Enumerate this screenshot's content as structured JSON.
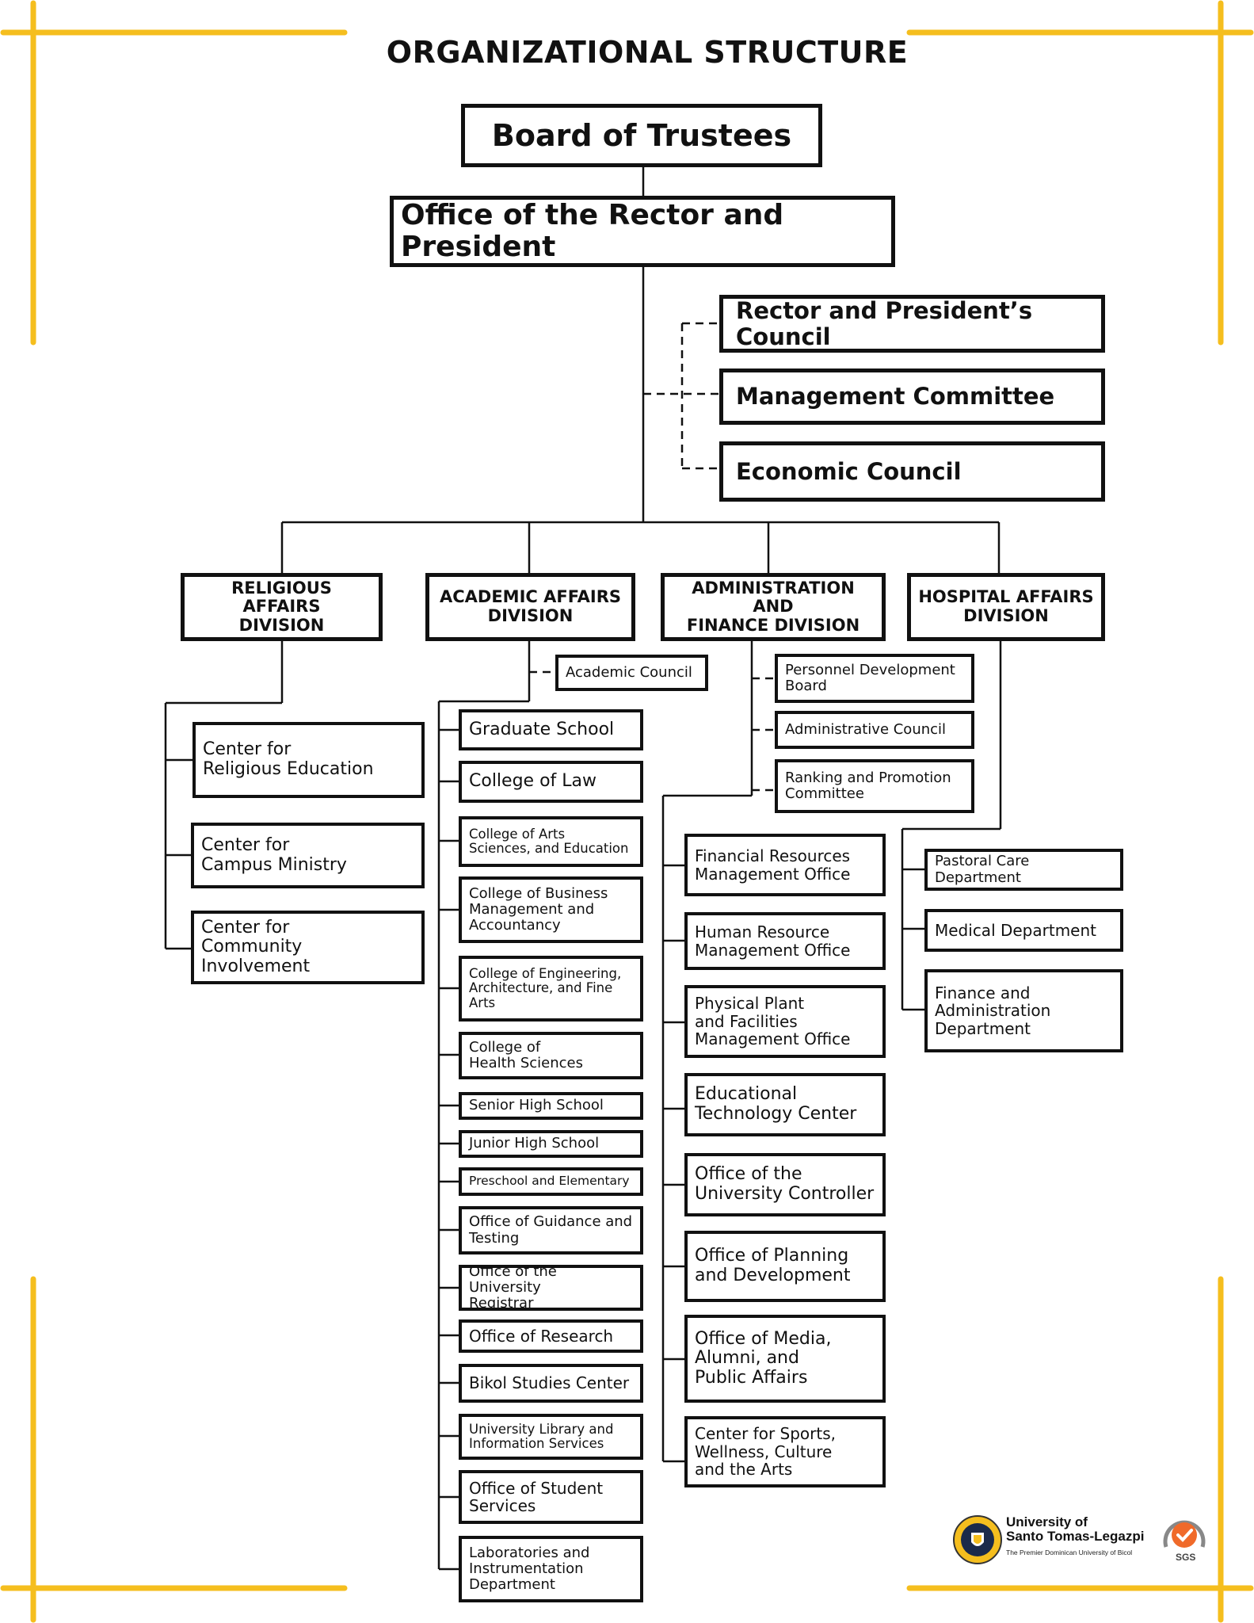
{
  "page": {
    "title": "ORGANIZATIONAL STRUCTURE",
    "accent_color": "#F5BE1E"
  },
  "top": {
    "board": "Board of Trustees",
    "president": "Office of the Rector and President"
  },
  "councils": [
    "Rector and President’s Council",
    "Management Committee",
    "Economic Council"
  ],
  "divisions": {
    "religious": {
      "name": "RELIGIOUS AFFAIRS\nDIVISION",
      "units": [
        "Center for\nReligious Education",
        "Center for\nCampus Ministry",
        "Center for\nCommunity Involvement"
      ]
    },
    "academic": {
      "name": "ACADEMIC AFFAIRS\nDIVISION",
      "advisory": [
        "Academic Council"
      ],
      "units": [
        "Graduate School",
        "College of Law",
        "College of Arts\nSciences, and Education",
        "College of Business\nManagement and\nAccountancy",
        "College of Engineering,\nArchitecture, and Fine\nArts",
        "College of\nHealth Sciences",
        "Senior High School",
        "Junior High School",
        "Preschool and Elementary",
        "Office of Guidance and\nTesting",
        "Office of the University\nRegistrar",
        "Office of Research",
        "Bikol Studies Center",
        "University Library and\nInformation Services",
        "Office of Student\nServices",
        "Laboratories and\nInstrumentation\nDepartment"
      ]
    },
    "admin": {
      "name": "ADMINISTRATION AND\nFINANCE DIVISION",
      "advisory": [
        "Personnel Development\nBoard",
        "Administrative Council",
        "Ranking and Promotion\nCommittee"
      ],
      "units": [
        "Financial Resources\nManagement Office",
        "Human Resource\nManagement Office",
        "Physical Plant\nand Facilities\nManagement Office",
        "Educational\nTechnology Center",
        "Office of the\nUniversity Controller",
        "Office of Planning\nand Development",
        "Office of Media,\nAlumni, and\nPublic Affairs",
        "Center for Sports,\nWellness, Culture\nand the Arts"
      ]
    },
    "hospital": {
      "name": "HOSPITAL AFFAIRS\nDIVISION",
      "units": [
        "Pastoral Care Department",
        "Medical Department",
        "Finance and\nAdministration\nDepartment"
      ]
    }
  },
  "logo": {
    "name": "University of\nSanto Tomas-Legazpi",
    "tagline": "The Premier Dominican University of Bicol",
    "cert": "SGS",
    "seal_icon": "university-seal-icon",
    "cert_icon": "sgs-certification-icon"
  }
}
